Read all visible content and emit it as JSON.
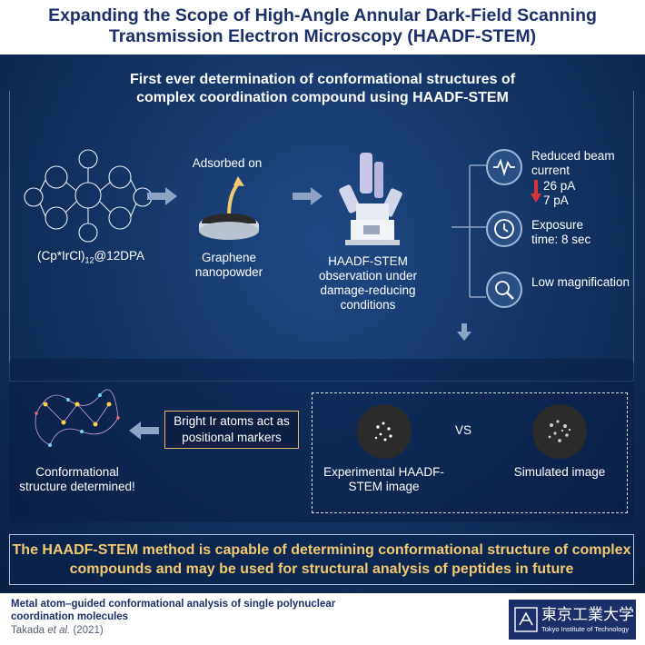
{
  "title": "Expanding the Scope of High-Angle Annular Dark-Field Scanning Transmission Electron Microscopy (HAADF-STEM)",
  "subtitle": "First ever determination of conformational structures of complex coordination compound using HAADF-STEM",
  "workflow": {
    "compound_label": "(Cp*IrCl)",
    "compound_sub": "12",
    "compound_suffix": "@12DPA",
    "adsorbed_label": "Adsorbed on",
    "graphene_label": "Graphene nanopowder",
    "stem_label": "HAADF-STEM observation under damage-reducing conditions"
  },
  "conditions": [
    {
      "icon": "waveform-icon",
      "label": "Reduced beam current",
      "from": "26 pA",
      "to": "7 pA"
    },
    {
      "icon": "clock-icon",
      "label": "Exposure time: 8 sec"
    },
    {
      "icon": "magnifier-icon",
      "label": "Low magnification"
    }
  ],
  "results": {
    "determined_label": "Conformational structure determined!",
    "marker_label": "Bright Ir atoms act as positional markers",
    "experimental_label": "Experimental HAADF-STEM image",
    "vs_label": "VS",
    "simulated_label": "Simulated image"
  },
  "conclusion": "The HAADF-STEM method is capable of determining conformational structure of complex compounds and may be used for structural analysis of peptides in future",
  "footer": {
    "paper_title": "Metal atom–guided conformational analysis of single polynuclear coordination molecules",
    "author": "Takada",
    "etal": "et al.",
    "year": "(2021)",
    "logo_text": "東京工業大学",
    "logo_sub": "Tokyo Institute of Technology"
  },
  "colors": {
    "title": "#1d2f6a",
    "panel": "#143567",
    "accent_gold": "#f1c970",
    "arrow_red": "#d9343b"
  }
}
